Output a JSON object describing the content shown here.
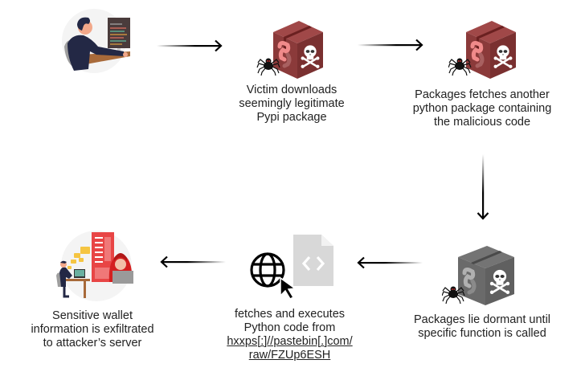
{
  "steps": [
    {
      "id": "victim",
      "icon": "developer-at-computer-icon",
      "label_lines": []
    },
    {
      "id": "download",
      "icon": "malicious-package-box-icon",
      "label_lines": [
        "Victim downloads",
        "seemingly legitimate",
        "Pypi package"
      ]
    },
    {
      "id": "fetch-another",
      "icon": "malicious-package-box-icon",
      "label_lines": [
        "Packages fetches another",
        "python package containing",
        "the malicious code"
      ]
    },
    {
      "id": "dormant",
      "icon": "dormant-package-box-icon",
      "label_lines": [
        "Packages lie dormant until",
        "specific function is called"
      ]
    },
    {
      "id": "execute",
      "icon": "globe-cursor-code-file-icon",
      "label_lines": [
        "fetches and executes",
        "Python code from"
      ],
      "link_lines": [
        "hxxps[:]//pastebin[.]com/",
        "raw/FZUp6ESH"
      ]
    },
    {
      "id": "exfiltrate",
      "icon": "data-exfiltration-hacker-icon",
      "label_lines": [
        "Sensitive wallet",
        "information is exfiltrated",
        "to attacker’s server"
      ]
    }
  ],
  "arrows": [
    {
      "from": "victim",
      "to": "download",
      "direction": "right"
    },
    {
      "from": "download",
      "to": "fetch-another",
      "direction": "right"
    },
    {
      "from": "fetch-another",
      "to": "dormant",
      "direction": "down"
    },
    {
      "from": "dormant",
      "to": "execute",
      "direction": "left"
    },
    {
      "from": "execute",
      "to": "exfiltrate",
      "direction": "left"
    }
  ],
  "colors": {
    "box_red": "#8b3a3a",
    "box_red_dark": "#6e2a2a",
    "box_red_light": "#a04848",
    "box_gray": "#6a6a6a",
    "box_gray_dark": "#555555",
    "hacker_red": "#e32b2b",
    "folder_yellow": "#f5c542",
    "text": "#222222"
  }
}
